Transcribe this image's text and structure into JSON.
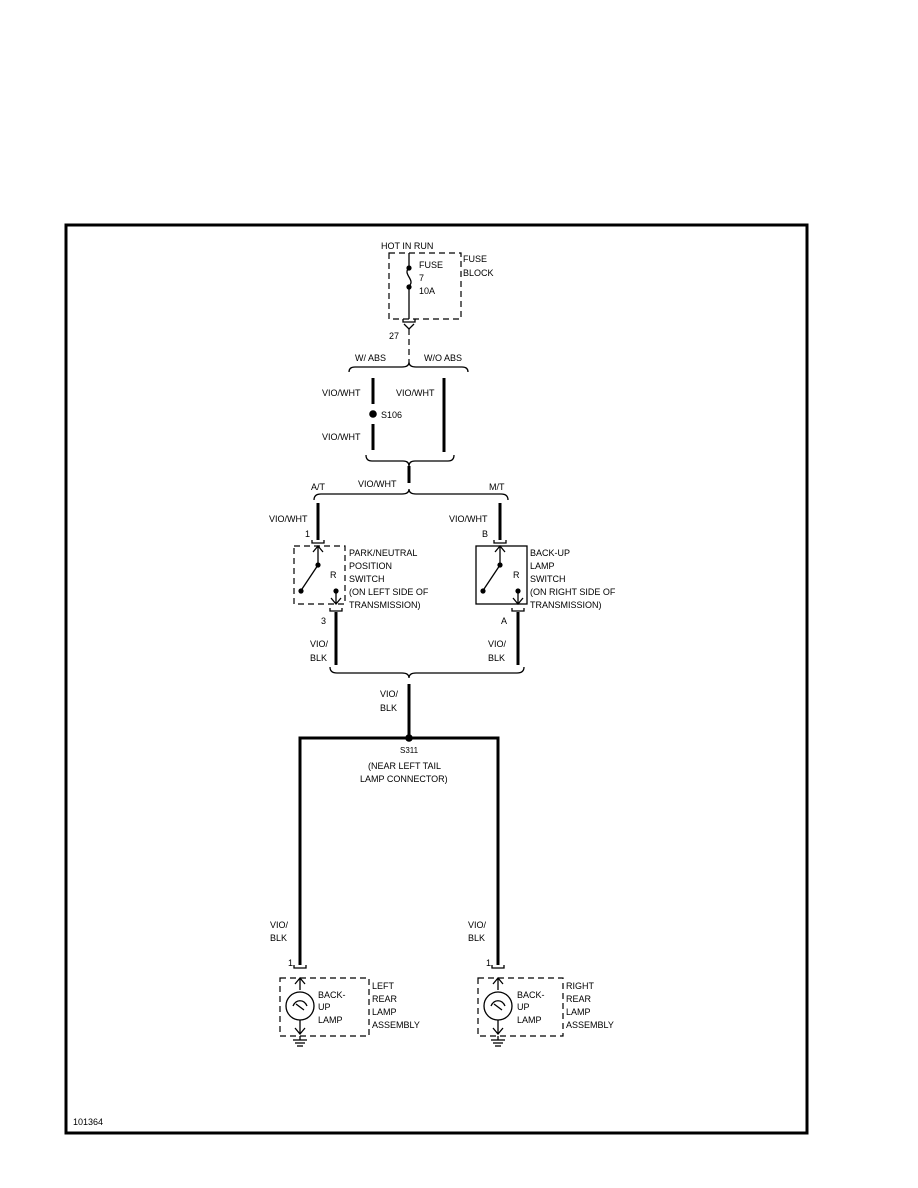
{
  "fuse": {
    "hot_label": "HOT IN RUN",
    "fuse_label": "FUSE",
    "fuse_number": "7",
    "fuse_rating": "10A",
    "block_line1": "FUSE",
    "block_line2": "BLOCK",
    "pin": "27"
  },
  "abs_branch": {
    "with_abs": "W/ ABS",
    "without_abs": "W/O ABS",
    "wire_left_top": "VIO/WHT",
    "splice": "S106",
    "wire_left_bottom": "VIO/WHT",
    "wire_right": "VIO/WHT"
  },
  "trans_branch": {
    "merged_wire": "VIO/WHT",
    "auto_label": "A/T",
    "manual_label": "M/T"
  },
  "pn_switch": {
    "wire_in": "VIO/WHT",
    "pin_in": "1",
    "pos": "R",
    "pin_out": "3",
    "lines": [
      "PARK/NEUTRAL",
      "POSITION",
      "SWITCH",
      "(ON LEFT SIDE OF",
      "TRANSMISSION)"
    ],
    "wire_out_1": "VIO/",
    "wire_out_2": "BLK"
  },
  "backup_switch": {
    "wire_in": "VIO/WHT",
    "pin_in": "B",
    "pos": "R",
    "pin_out": "A",
    "lines": [
      "BACK-UP",
      "LAMP",
      "SWITCH",
      "(ON RIGHT SIDE OF",
      "TRANSMISSION)"
    ],
    "wire_out_1": "VIO/",
    "wire_out_2": "BLK"
  },
  "merge": {
    "wire_1": "VIO/",
    "wire_2": "BLK",
    "splice": "S311",
    "note_1": "(NEAR LEFT TAIL",
    "note_2": "LAMP CONNECTOR)"
  },
  "left_lamp": {
    "wire_1": "VIO/",
    "wire_2": "BLK",
    "pin": "1",
    "lamp_lines": [
      "BACK-",
      "UP",
      "LAMP"
    ],
    "assembly_lines": [
      "LEFT",
      "REAR",
      "LAMP",
      "ASSEMBLY"
    ]
  },
  "right_lamp": {
    "wire_1": "VIO/",
    "wire_2": "BLK",
    "pin": "1",
    "lamp_lines": [
      "BACK-",
      "UP",
      "LAMP"
    ],
    "assembly_lines": [
      "RIGHT",
      "REAR",
      "LAMP",
      "ASSEMBLY"
    ]
  },
  "figure_id": "101364"
}
